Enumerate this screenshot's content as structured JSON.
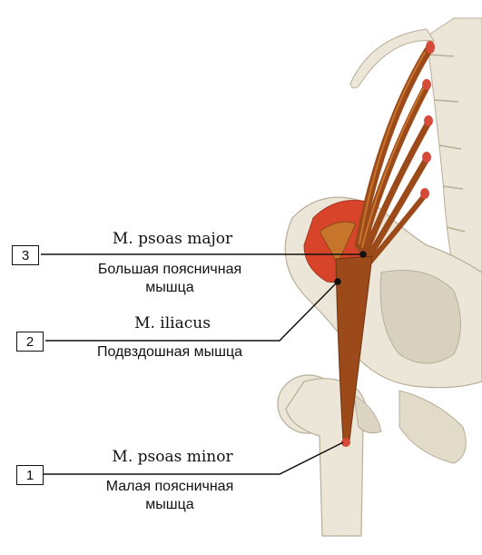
{
  "labels": [
    {
      "number": "3",
      "latin": "M. psoas major",
      "russian_line1": "Большая поясничная",
      "russian_line2": "мышца"
    },
    {
      "number": "2",
      "latin": "M. iliacus",
      "russian_line1": "Подвздошная мышца",
      "russian_line2": ""
    },
    {
      "number": "1",
      "latin": "M. psoas minor",
      "russian_line1": "Малая поясничная",
      "russian_line2": "мышца"
    }
  ],
  "colors": {
    "bone": "#ece6d8",
    "bone_shadow": "#c9c0ad",
    "muscle": "#9c4a1a",
    "muscle_light": "#c8752c",
    "iliacus_red": "#d8442a",
    "attachment": "#d64a3a",
    "leader_line": "#111111"
  }
}
